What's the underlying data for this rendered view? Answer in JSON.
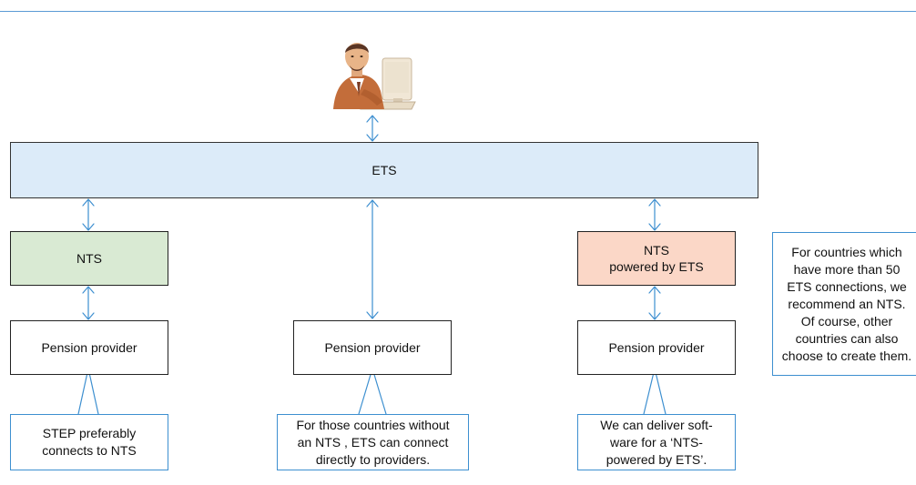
{
  "ets": {
    "label": "ETS"
  },
  "nts": {
    "label": "NTS"
  },
  "nts_powered": {
    "line1": "NTS",
    "line2": "powered by ETS"
  },
  "providers": [
    {
      "label": "Pension provider"
    },
    {
      "label": "Pension provider"
    },
    {
      "label": "Pension provider"
    }
  ],
  "notes": [
    {
      "lines": [
        "STEP preferably",
        "connects to NTS"
      ]
    },
    {
      "lines": [
        "For  those countries without",
        "an NTS , ETS can connect",
        "directly to providers."
      ]
    },
    {
      "lines": [
        "We can deliver soft-",
        "ware for a ‘NTS-",
        "powered by ETS’."
      ]
    }
  ],
  "side_note": {
    "lines": [
      "For countries which",
      "have more than 50",
      "ETS connections, we",
      "recommend an NTS.",
      "Of course, other",
      "countries can also",
      "choose to create them."
    ]
  },
  "icons": {
    "user": "person-at-computer-icon"
  },
  "colors": {
    "rule": "#5b9bd5",
    "ets_fill": "#dcebf9",
    "nts_fill": "#d9ead3",
    "nts_powered_fill": "#fbd7c7",
    "arrow": "#3d8fd0",
    "callout_border": "#3d8fd0"
  }
}
